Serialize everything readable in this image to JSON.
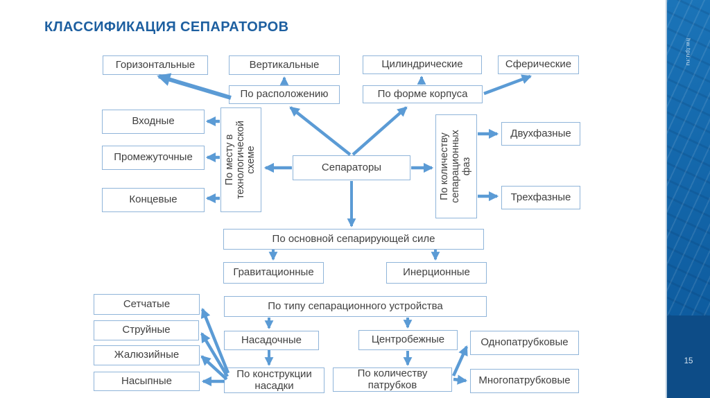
{
  "title": "КЛАССИФИКАЦИЯ СЕПАРАТОРОВ",
  "sidebar": {
    "watermark": "hw.tpu.ru",
    "page_number": "15"
  },
  "colors": {
    "background": "#FFFFFF",
    "title": "#1D5FA0",
    "arrow": "#5B9BD5",
    "box_border": "#8FB4D9",
    "box_text": "#404040",
    "sidebar_top_1": "#1B74B8",
    "sidebar_top_2": "#0E5C9F",
    "sidebar_bottom": "#0D4C87",
    "watermark_text": "#E8F1F8",
    "page_number_text": "#D6E4F0"
  },
  "nodes": {
    "root": "Сепараторы",
    "by_location": "По расположению",
    "horizontal": "Горизонтальные",
    "vertical": "Вертикальные",
    "by_body_shape": "По форме корпуса",
    "cylindrical": "Цилиндрические",
    "spherical": "Сферические",
    "by_place": "По месту в\nтехнологической\nсхеме",
    "inlet": "Входные",
    "intermediate": "Промежуточные",
    "end": "Концевые",
    "by_phase_count": "По количеству\nсепарационных\nфаз",
    "two_phase": "Двухфазные",
    "three_phase": "Трехфазные",
    "by_main_force": "По основной сепарирующей силе",
    "gravitational": "Гравитационные",
    "inertial": "Инерционные",
    "by_device_type": "По типу сепарационного устройства",
    "mesh": "Сетчатые",
    "jet": "Струйные",
    "louver": "Жалюзийные",
    "packed": "Насыпные",
    "nozzle": "Насадочные",
    "centrifugal": "Центробежные",
    "by_nozzle_design": "По конструкции\nнасадки",
    "by_pipe_count": "По количеству\nпатрубков",
    "single_pipe": "Однопатрубковые",
    "multi_pipe": "Многопатрубковые"
  }
}
